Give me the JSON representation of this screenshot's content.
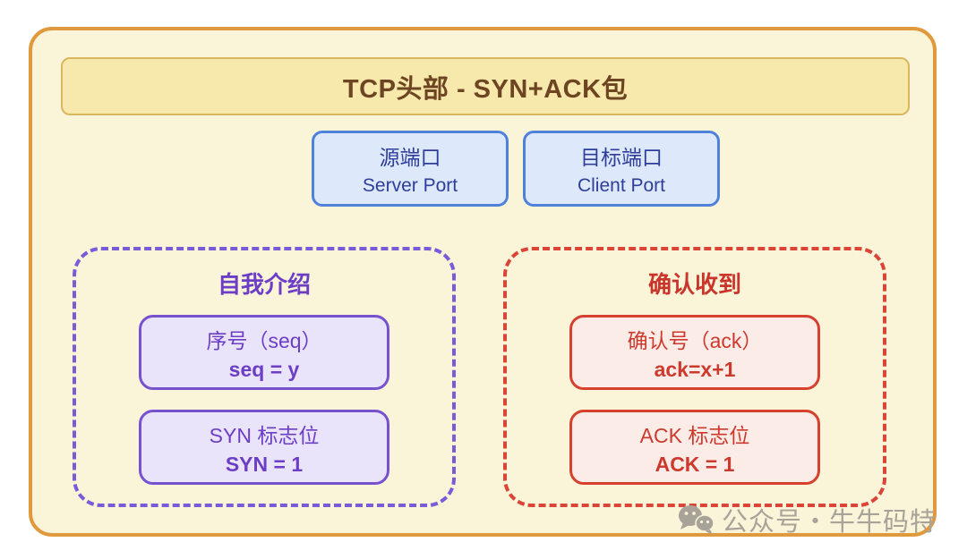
{
  "diagram": {
    "title": "TCP头部 - SYN+ACK包",
    "ports": [
      {
        "label_cn": "源端口",
        "label_en": "Server Port"
      },
      {
        "label_cn": "目标端口",
        "label_en": "Client Port"
      }
    ],
    "sections": [
      {
        "title": "自我介绍",
        "fields": [
          {
            "name": "序号（seq）",
            "value": "seq = y"
          },
          {
            "name": "SYN 标志位",
            "value": "SYN = 1"
          }
        ]
      },
      {
        "title": "确认收到",
        "fields": [
          {
            "name": "确认号（ack）",
            "value": "ack=x+1"
          },
          {
            "name": "ACK 标志位",
            "value": "ACK = 1"
          }
        ]
      }
    ],
    "watermark": {
      "icon": "wechat-icon",
      "text": "公众号・牛牛码特"
    }
  },
  "colors": {
    "outer_background": "#FAF4D9",
    "outer_border": "#E0993D",
    "title_background": "#F7E9AB",
    "title_text": "#6E4522",
    "port_background": "#DDE9FB",
    "port_border": "#4E81D9",
    "port_text": "#2F3D9B",
    "intro_accent": "#7A5AD8",
    "intro_text": "#6C3EC6",
    "ack_accent": "#DB4538",
    "ack_text": "#CD3A2D",
    "watermark_gray": "#A8A399"
  }
}
